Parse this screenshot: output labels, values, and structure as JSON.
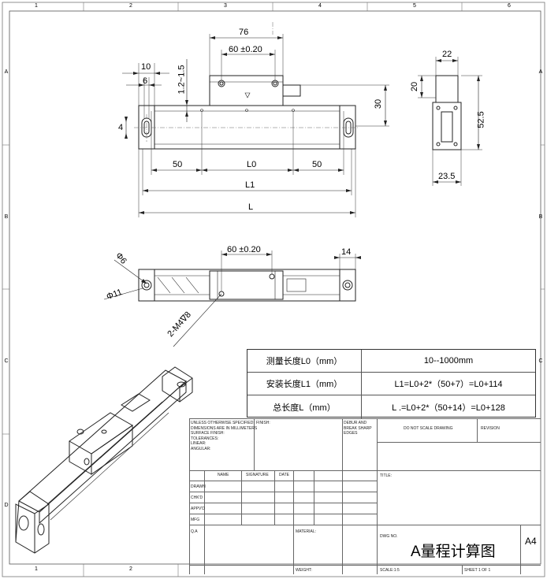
{
  "zones": {
    "top": [
      "1",
      "2",
      "3",
      "4",
      "5",
      "6"
    ],
    "bottom": [
      "1",
      "2"
    ],
    "left": [
      "A",
      "B",
      "C",
      "D"
    ],
    "right": [
      "A",
      "B",
      "C"
    ]
  },
  "dims": {
    "d76": "76",
    "d60a": "60 ±0.20",
    "d10": "10",
    "d6": "6",
    "d1215": "1.2~1.5",
    "d4": "4",
    "d30": "30",
    "d50a": "50",
    "dL0": "L0",
    "d50b": "50",
    "dL1": "L1",
    "dL": "L",
    "d22": "22",
    "d20": "20",
    "d525": "52.5",
    "d235": "23.5",
    "d60b": "60 ±0.20",
    "d14": "14",
    "dphi6": "Φ6",
    "dphi11": "Φ11",
    "dm4": "2-M4∇8"
  },
  "spec": [
    {
      "label": "测量长度L0（mm）",
      "value": "10--1000mm"
    },
    {
      "label": "安装长度L1（mm）",
      "value": "L1=L0+2*（50+7）=L0+114"
    },
    {
      "label": "总长度L（mm）",
      "value": "L .=L0+2*（50+14）=L0+128"
    }
  ],
  "titleblock": {
    "unless": "UNLESS OTHERWISE SPECIFIED:\nDIMENSIONS ARE IN MILLIMETERS\nSURFACE FINISH:\nTOLERANCES:\n   LINEAR:\n   ANGULAR:",
    "finish": "FINISH:",
    "deburr": "DEBUR AND\nBREAK SHARP\nEDGES",
    "noscale": "DO NOT SCALE DRAWING",
    "revision": "REVISION",
    "name": "NAME",
    "signature": "SIGNATURE",
    "date": "DATE",
    "title_lbl": "TITLE:",
    "drawn": "DRAWN",
    "chkd": "CHK'D",
    "appvd": "APPV'D",
    "mfg": "MFG",
    "qa": "Q.A",
    "material": "MATERIAL:",
    "dwgno": "DWG NO.",
    "drawing_title": "A量程计算图",
    "size": "A4",
    "weight": "WEIGHT:",
    "scale": "SCALE:1:5",
    "sheet": "SHEET 1 OF 1"
  }
}
